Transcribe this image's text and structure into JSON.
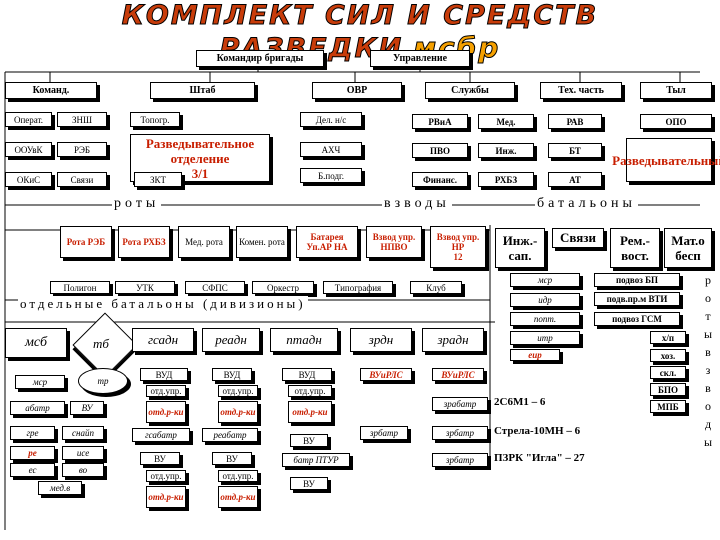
{
  "title": {
    "main": "КОМПЛЕКТ СИЛ И СРЕДСТВ РАЗВЕДКИ",
    "sub": "мсбр"
  },
  "top": {
    "commander": "Командир бригады",
    "management": "Управление",
    "command": "Команд.",
    "staff": "Штаб",
    "ovr": "ОВР",
    "services": "Службы",
    "tech": "Тех. часть",
    "rear": "Тыл"
  },
  "staff_units": {
    "operat": "Операт.",
    "znsh": "ЗНШ",
    "topog": "Топогр.",
    "oouvk": "ООУвК",
    "reb": "РЭБ",
    "okis": "ОКиС",
    "svyaz": "Связи",
    "recon_dept": "Разведывательное отделение",
    "recon_dept_num": "3/1",
    "zkt": "ЗКТ"
  },
  "ovr_units": {
    "del": "Дел. н/с",
    "ahch": "АХЧ",
    "bpodg": "Б.подг."
  },
  "services_units": {
    "rvia": "РВиА",
    "med": "Мед.",
    "pvo": "ПВО",
    "inzh": "Инж.",
    "finans": "Финанс.",
    "rhbz": "РХБЗ"
  },
  "tech_units": {
    "rav": "РАВ",
    "bt": "БТ",
    "at": "АТ"
  },
  "rear_units": {
    "opo": "ОПО",
    "recon_bn": "Разведывательный"
  },
  "section_labels": {
    "roty": "роты",
    "vzvody": "взводы",
    "batalony": "батальоны",
    "otd_batalony": "отдельные батальоны (дивизионы)"
  },
  "companies": {
    "rota_reb": "Рота РЭБ",
    "rota_rhbz": "Рота РХБЗ",
    "med_rota": "Мед. рота",
    "komend_rota": "Комен. рота",
    "battery": "Батарея Уп.АР НА",
    "vzv_pvo": "Взвод упр. НПВО",
    "vzv_npr": "Взвод упр. НР",
    "vzv_num": "12"
  },
  "battalions": {
    "inzh_sap": "Инж.- сап.",
    "svyazi": "Связи",
    "rem_vost": "Рем.- вост.",
    "mat_o": "Мат.о бесп"
  },
  "platoons": {
    "poligon": "Полигон",
    "utk": "УТК",
    "sfps": "СФПС",
    "orkestr": "Оркестр",
    "tipografiya": "Типография",
    "klub": "Клуб"
  },
  "right_column": {
    "msr": "мср",
    "idr": "идр",
    "popt": "попт.",
    "itr": "итр",
    "eir": "еир",
    "podvoz_bp": "подвоз БП",
    "podvoz_vti": "подв.пр.м ВТИ",
    "podvoz_gsm": "подвоз ГСМ",
    "hp": "х/п",
    "hoz": "хоз.",
    "skl": "скл.",
    "bpo": "БПО",
    "mpb": "МПБ",
    "vert1": [
      "р",
      "о",
      "т",
      "ы",
      "в",
      "з",
      "в",
      "о",
      "д",
      "ы"
    ]
  },
  "otd_units": {
    "msb": "мсб",
    "tb": "тб",
    "gsadn": "гсадн",
    "readn": "реадн",
    "ptadn": "птадн",
    "zrdn": "зрдн",
    "zradn": "зрадн",
    "msr": "мср",
    "tr": "тр",
    "abatr": "абатр",
    "vu": "ВУ",
    "gre": "гре",
    "snaip": "снайп",
    "re": "ре",
    "ise": "исе",
    "es": "ес",
    "vo": "во",
    "medv": "мед.в",
    "vud": "ВУД",
    "otd_upr": "отд.упр.",
    "otd_r": "отд.р-ки",
    "gsabatr": "гсабатр",
    "reabatr": "реабатр",
    "batr_ptur": "батр ПТУР",
    "vuirls": "ВУиРЛС",
    "vudrls": "ВУиРЛС",
    "zrbatr": "зрбатр",
    "zrabatr": "зрабатр",
    "s2m1": "2С6М1 – 6",
    "strela": "Стрела-10МН – 6",
    "pzrk": "ПЗРК \"Игла\" – 27"
  }
}
